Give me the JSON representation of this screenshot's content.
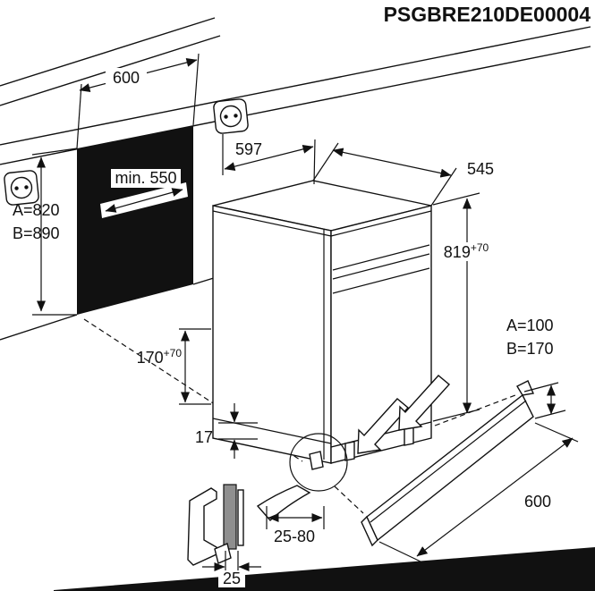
{
  "header": {
    "code": "PSGBRE210DE00004"
  },
  "dimensions": {
    "niche_width": "600",
    "niche_depth": "min. 550",
    "niche_height_a": "A=820",
    "niche_height_b": "B=890",
    "top_clearance": "597",
    "appliance_depth": "545",
    "appliance_height": "819",
    "appliance_height_tolerance": "+70",
    "plinth_height_a": "A=100",
    "plinth_height_b": "B=170",
    "vent_clearance": "170",
    "vent_clearance_tolerance": "+70",
    "base_inset": "17",
    "plinth_adjust_range": "25-80",
    "plinth_length": "600",
    "plinth_thickness": "25"
  }
}
